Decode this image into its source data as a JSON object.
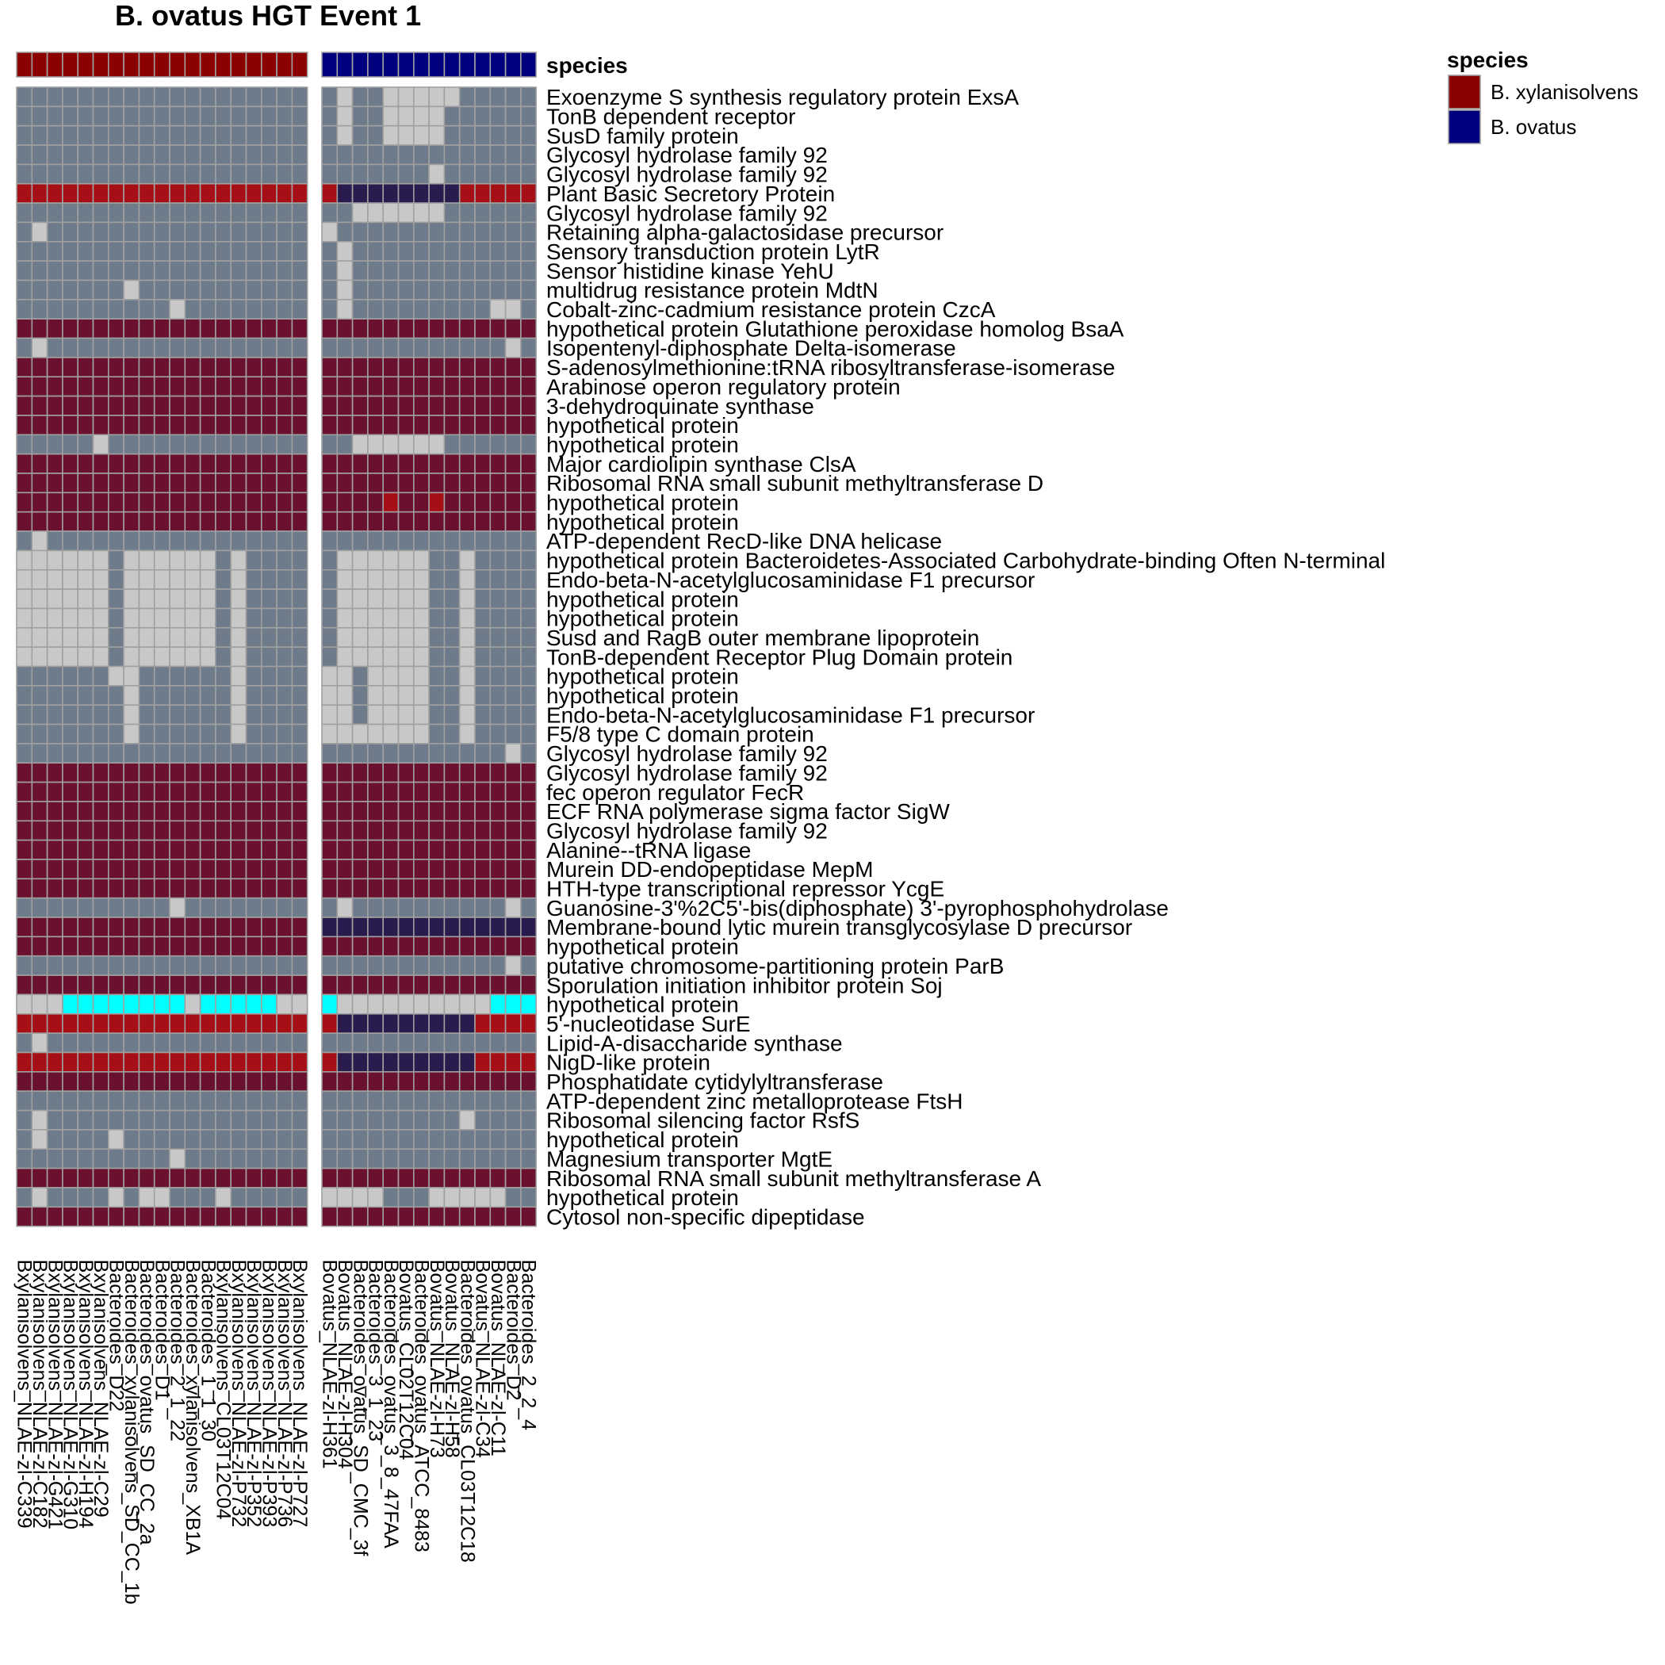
{
  "chart_data": {
    "type": "heatmap",
    "title": "B. ovatus HGT Event 1",
    "annotation_label": "species",
    "legend": {
      "title": "species",
      "placement": "top-right",
      "items": [
        {
          "label": "B. xylanisolvens",
          "color": "#8b0000"
        },
        {
          "label": "B. ovatus",
          "color": "#00007f"
        }
      ]
    },
    "color_key": {
      "G": "#6e7b8b",
      "L": "#c8c8c8",
      "R": "#6b1130",
      "B": "#a50f15",
      "P": "#2a1b4e",
      "C": "#00ffff"
    },
    "columns": [
      {
        "label": "Bxylanisolvens_NLAE-zl-C339",
        "species": "B. xylanisolvens"
      },
      {
        "label": "Bxylanisolvens_NLAE-zl-C182",
        "species": "B. xylanisolvens"
      },
      {
        "label": "Bxylanisolvens_NLAE-zl-G421",
        "species": "B. xylanisolvens"
      },
      {
        "label": "Bxylanisolvens_NLAE-zl-G310",
        "species": "B. xylanisolvens"
      },
      {
        "label": "Bxylanisolvens_NLAE-zl-H194",
        "species": "B. xylanisolvens"
      },
      {
        "label": "Bxylanisolvens_NLAE-zl-C29",
        "species": "B. xylanisolvens"
      },
      {
        "label": "Bacteroides_D22",
        "species": "B. xylanisolvens"
      },
      {
        "label": "Bacteroides_xylanisolvens_SD_CC_1b",
        "species": "B. xylanisolvens"
      },
      {
        "label": "Bacteroides_ovatus_SD_CC_2a",
        "species": "B. xylanisolvens"
      },
      {
        "label": "Bacteroides_D1",
        "species": "B. xylanisolvens"
      },
      {
        "label": "Bacteroides_2_1_22",
        "species": "B. xylanisolvens"
      },
      {
        "label": "Bacteroides_xylanisolvens_XB1A",
        "species": "B. xylanisolvens"
      },
      {
        "label": "Bacteroides_1_1_30",
        "species": "B. xylanisolvens"
      },
      {
        "label": "Bxylanisolvens_CL03T12C04",
        "species": "B. xylanisolvens"
      },
      {
        "label": "Bxylanisolvens_NLAE-zl-P732",
        "species": "B. xylanisolvens"
      },
      {
        "label": "Bxylanisolvens_NLAE-zl-P352",
        "species": "B. xylanisolvens"
      },
      {
        "label": "Bxylanisolvens_NLAE-zl-P393",
        "species": "B. xylanisolvens"
      },
      {
        "label": "Bxylanisolvens_NLAE-zl-P736",
        "species": "B. xylanisolvens"
      },
      {
        "label": "Bxylanisolvens_NLAE-zl-P727",
        "species": "B. xylanisolvens"
      },
      {
        "label": "Bovatus_NLAE-zl-H361",
        "species": "B. ovatus"
      },
      {
        "label": "Bovatus_NLAE-zl-H304",
        "species": "B. ovatus"
      },
      {
        "label": "Bacteroides_ovatus_SD_CMC_3f",
        "species": "B. ovatus"
      },
      {
        "label": "Bacteroides_3_1_23",
        "species": "B. ovatus"
      },
      {
        "label": "Bacteroides_ovatus_3_8_47FAA",
        "species": "B. ovatus"
      },
      {
        "label": "Bovatus_CL02T12C04",
        "species": "B. ovatus"
      },
      {
        "label": "Bacteroides_ovatus_ATCC_8483",
        "species": "B. ovatus"
      },
      {
        "label": "Bovatus_NLAE-zl-H73",
        "species": "B. ovatus"
      },
      {
        "label": "Bovatus_NLAE-zl-H58",
        "species": "B. ovatus"
      },
      {
        "label": "Bacteroides_ovatus_CL03T12C18",
        "species": "B. ovatus"
      },
      {
        "label": "Bovatus_NLAE-zl-C34",
        "species": "B. ovatus"
      },
      {
        "label": "Bovatus_NLAE-zl-C11",
        "species": "B. ovatus"
      },
      {
        "label": "Bacteroides_D2",
        "species": "B. ovatus"
      },
      {
        "label": "Bacteroides_2_2_4",
        "species": "B. ovatus"
      }
    ],
    "rows": [
      {
        "label": "Exoenzyme S synthesis regulatory protein ExsA",
        "cells": "GGGGGGGGGGGGGGGGGGG GLGGLLLLLGGGGG"
      },
      {
        "label": "TonB dependent receptor",
        "cells": "GGGGGGGGGGGGGGGGGGG GLGGLLLLGGGGGG"
      },
      {
        "label": "SusD family protein",
        "cells": "GGGGGGGGGGGGGGGGGGG GLGGLLLLGGGGGG"
      },
      {
        "label": "Glycosyl hydrolase family 92",
        "cells": "GGGGGGGGGGGGGGGGGGG GGGGGGGGGGGGGG"
      },
      {
        "label": "Glycosyl hydrolase family 92",
        "cells": "GGGGGGGGGGGGGGGGGGG GGGGGGGLGGGGGG"
      },
      {
        "label": "Plant Basic Secretory Protein",
        "cells": "BBBBBBBBBBBBBBBBBBB BPPPPPPPPBBBBB"
      },
      {
        "label": "Glycosyl hydrolase family 92",
        "cells": "GGGGGGGGGGGGGGGGGGG GGLLLLLLGGGGGG"
      },
      {
        "label": "Retaining alpha-galactosidase precursor",
        "cells": "GLGGGGGGGGGGGGGGGGG LGGGGGGGGGGGGG"
      },
      {
        "label": "Sensory transduction protein LytR",
        "cells": "GGGGGGGGGGGGGGGGGGG GLGGGGGGGGGGGG"
      },
      {
        "label": "Sensor histidine kinase YehU",
        "cells": "GGGGGGGGGGGGGGGGGGG GLGGGGGGGGGGGG"
      },
      {
        "label": "multidrug resistance protein MdtN",
        "cells": "GGGGGGGLGGGGGGGGGGG GLGGGGGGGGGGGG"
      },
      {
        "label": "Cobalt-zinc-cadmium resistance protein CzcA",
        "cells": "GGGGGGGGGGLGGGGGGGG GLGGGGGGGGGLLG"
      },
      {
        "label": "hypothetical protein Glutathione peroxidase homolog BsaA",
        "cells": "RRRRRRRRRRRRRRRRRRR RRRRRRRRRRRRRR"
      },
      {
        "label": "Isopentenyl-diphosphate Delta-isomerase",
        "cells": "GLGGGGGGGGGGGGGGGGG GGGGGGGGGGGGLG"
      },
      {
        "label": "S-adenosylmethionine:tRNA ribosyltransferase-isomerase",
        "cells": "RRRRRRRRRRRRRRRRRRR RRRRRRRRRRRRRR"
      },
      {
        "label": "Arabinose operon regulatory protein",
        "cells": "RRRRRRRRRRRRRRRRRRR RRRRRRRRRRRRRR"
      },
      {
        "label": "3-dehydroquinate synthase",
        "cells": "RRRRRRRRRRRRRRRRRRR RRRRRRRRRRRRRR"
      },
      {
        "label": "hypothetical protein",
        "cells": "RRRRRRRRRRRRRRRRRRR RRRRRRRRRRRRRR"
      },
      {
        "label": "hypothetical protein",
        "cells": "GGGGGLGGGGGGGGGGGGG GGLLLLLLGGGGGG"
      },
      {
        "label": "Major cardiolipin synthase ClsA",
        "cells": "RRRRRRRRRRRRRRRRRRR RRRRRRRRRRRRRR"
      },
      {
        "label": "Ribosomal RNA small subunit methyltransferase D",
        "cells": "RRRRRRRRRRRRRRRRRRR RRRRRRRRRRRRRR"
      },
      {
        "label": "hypothetical protein",
        "cells": "RRRRRRRRRRRRRRRRRRR RRRRBRRBRRRRRR"
      },
      {
        "label": "hypothetical protein",
        "cells": "RRRRRRRRRRRRRRRRRRR RRRRRRRRRRRRRR"
      },
      {
        "label": "ATP-dependent RecD-like DNA helicase",
        "cells": "GLGGGGGGGGGGGGGGGGG GGGGGGGGGGGGGG"
      },
      {
        "label": "hypothetical protein Bacteroidetes-Associated Carbohydrate-binding Often N-terminal",
        "cells": "LLLLLLGLLLLLLGLGGGG GLLLLLLGGLGGGG"
      },
      {
        "label": "Endo-beta-N-acetylglucosaminidase F1 precursor",
        "cells": "LLLLLLGLLLLLLGLGGGG GLLLLLLGGLGGGG"
      },
      {
        "label": "hypothetical protein",
        "cells": "LLLLLLGLLLLLLGLGGGG GLLLLLLGGLGGGG"
      },
      {
        "label": "hypothetical protein",
        "cells": "LLLLLLGLLLLLLGLGGGG GLLLLLLGGLGGGG"
      },
      {
        "label": "Susd and RagB outer membrane lipoprotein",
        "cells": "LLLLLLGLLLLLLGLGGGG GLLLLLLGGLGGGG"
      },
      {
        "label": "TonB-dependent Receptor Plug Domain protein",
        "cells": "LLLLLLGLLLLLLGLGGGG GLLLLLLGGLGGGG"
      },
      {
        "label": "hypothetical protein",
        "cells": "GGGGGGLLGGGGGGLGGGG LLGLLLLGGLGGGG"
      },
      {
        "label": "hypothetical protein",
        "cells": "GGGGGGGLGGGGGGLGGGG LLGLLLLGGLGGGG"
      },
      {
        "label": "Endo-beta-N-acetylglucosaminidase F1 precursor",
        "cells": "GGGGGGGLGGGGGGLGGGG LLGLLLLGGLGGGG"
      },
      {
        "label": "F5/8 type C domain protein",
        "cells": "GGGGGGGLGGGGGGLGGGG LLLLLLLGGLGGGG"
      },
      {
        "label": "Glycosyl hydrolase family 92",
        "cells": "GGGGGGGGGGGGGGGGGGG GGGGGGGGGGGGLG"
      },
      {
        "label": "Glycosyl hydrolase family 92",
        "cells": "RRRRRRRRRRRRRRRRRRR RRRRRRRRRRRRRR"
      },
      {
        "label": "fec operon regulator FecR",
        "cells": "RRRRRRRRRRRRRRRRRRR RRRRRRRRRRRRRR"
      },
      {
        "label": "ECF RNA polymerase sigma factor SigW",
        "cells": "RRRRRRRRRRRRRRRRRRR RRRRRRRRRRRRRR"
      },
      {
        "label": "Glycosyl hydrolase family 92",
        "cells": "RRRRRRRRRRRRRRRRRRR RRRRRRRRRRRRRR"
      },
      {
        "label": "Alanine--tRNA ligase",
        "cells": "RRRRRRRRRRRRRRRRRRR RRRRRRRRRRRRRR"
      },
      {
        "label": "Murein DD-endopeptidase MepM",
        "cells": "RRRRRRRRRRRRRRRRRRR RRRRRRRRRRRRRR"
      },
      {
        "label": "HTH-type transcriptional repressor YcgE",
        "cells": "RRRRRRRRRRRRRRRRRRR RRRRRRRRRRRRRR"
      },
      {
        "label": "Guanosine-3'%2C5'-bis(diphosphate) 3'-pyrophosphohydrolase",
        "cells": "GGGGGGGGGGLGGGGGGGG GLGGGGGGGGGGLG"
      },
      {
        "label": "Membrane-bound lytic murein transglycosylase D precursor",
        "cells": "RRRRRRRRRRRRRRRRRRR PPPPPPPPPPPPPP"
      },
      {
        "label": "hypothetical protein",
        "cells": "RRRRRRRRRRRRRRRRRRR RRRRRRRRRRRRRR"
      },
      {
        "label": "putative chromosome-partitioning protein ParB",
        "cells": "GGGGGGGGGGGGGGGGGGG GGGGGGGGGGGGLG"
      },
      {
        "label": "Sporulation initiation inhibitor protein Soj",
        "cells": "RRRRRRRRRRRRRRRRRRR RRRRRRRRRRRRRR"
      },
      {
        "label": "hypothetical protein",
        "cells": "LLLCCCCCCCCLCCCCCLL CLLLLLLLLLLCCC"
      },
      {
        "label": "5'-nucleotidase SurE",
        "cells": "BBBBBBBBBBBBBBBBBBB BPPPPPPPPPBBBB"
      },
      {
        "label": "Lipid-A-disaccharide synthase",
        "cells": "GLGGGGGGGGGGGGGGGGG GGGGGGGGGGGGGG"
      },
      {
        "label": "NigD-like protein",
        "cells": "BBBBBBBBBBBBBBBBBBB BPPPPPPPPPBBBB"
      },
      {
        "label": "Phosphatidate cytidylyltransferase",
        "cells": "RRRRRRRRRRRRRRRRRRR RRRRRRRRRRRRRR"
      },
      {
        "label": "ATP-dependent zinc metalloprotease FtsH",
        "cells": "GGGGGGGGGGGGGGGGGGG GGGGGGGGGGGGGG"
      },
      {
        "label": "Ribosomal silencing factor RsfS",
        "cells": "GLGGGGGGGGGGGGGGGGG GGGGGGGGGLGGGG"
      },
      {
        "label": "hypothetical protein",
        "cells": "GLGGGGLGGGGGGGGGGGG GGGGGGGGGGGGGG"
      },
      {
        "label": "Magnesium transporter MgtE",
        "cells": "GGGGGGGGGGLGGGGGGGG GGGGGGGGGGGGGG"
      },
      {
        "label": "Ribosomal RNA small subunit methyltransferase A",
        "cells": "RRRRRRRRRRRRRRRRRRR RRRRRRRRRRRRRR"
      },
      {
        "label": "hypothetical protein",
        "cells": "GLGGGGLGLLGGGLGGGGG LLLLGGGLLLLLGG"
      },
      {
        "label": "Cytosol non-specific dipeptidase",
        "cells": "RRRRRRRRRRRRRRRRRRR RRRRRRRRRRRRRR"
      }
    ]
  }
}
